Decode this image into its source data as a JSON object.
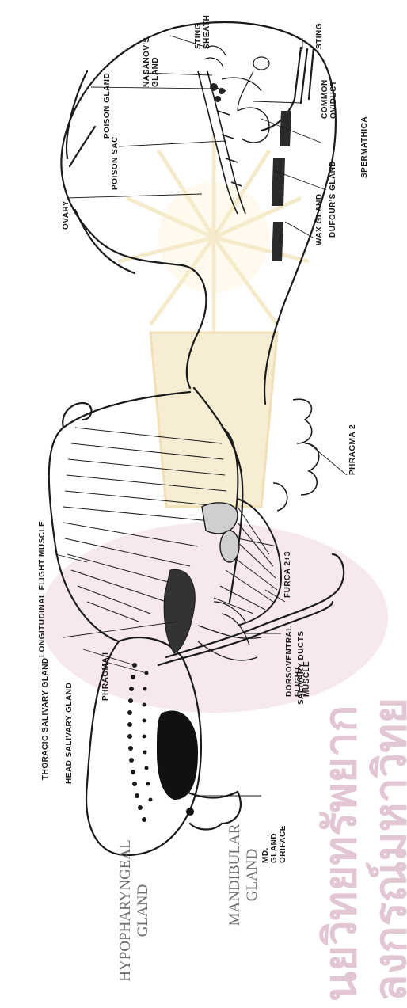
{
  "labels": {
    "sting": "STING",
    "sting_sheath": "STING SHEATH",
    "nasanov": "NASANOV'S GLAND",
    "poison_gland": "POISON GLAND",
    "common_oviduct": "COMMON OVIDUCT",
    "spermathica": "SPERMATHICA",
    "poison_sac": "POISON SAC",
    "ovary": "OVARY",
    "dufour": "DUFOUR'S GLAND",
    "wax_gland": "WAX GLAND",
    "phragma2": "PHRAGMA 2",
    "longitudinal": "LONGITUDINAL FLIGHT MUSCLE",
    "furca": "FURCA 2+3",
    "dorsoventral": "DORSOVENTRAL FLIGHT MUSCLE",
    "salivary_ducts": "SALIVARY DUCTS",
    "thoracic_salivary": "THORACIC SALIVARY GLAND",
    "head_salivary": "HEAD SALIVARY GLAND",
    "phragma1": "PHRAGMA I",
    "md_gland": "MD. GLAND ORIFACE"
  },
  "big_labels": {
    "hypopharyngeal": "HYPOPHARYNGEAL GLAND",
    "mandibular": "MANDIBULAR GLAND"
  },
  "watermark": {
    "line1": "นยวิทยทรัพยาก",
    "line2": "ลงกรณ์มหาวิทย"
  },
  "colors": {
    "ink": "#1a1a1a",
    "watermark_pink": "#d9b4c6",
    "watermark_gold": "#e8cf8a"
  }
}
